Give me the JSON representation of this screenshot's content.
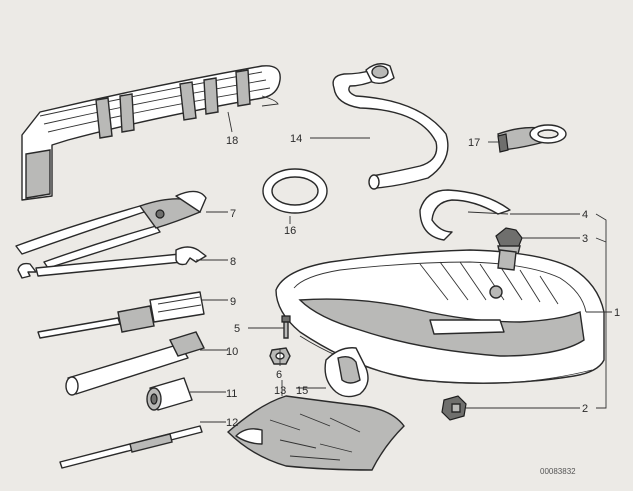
{
  "diagram": {
    "drawing_number": "00083832",
    "callouts": {
      "c1": "1",
      "c2": "2",
      "c3": "3",
      "c4": "4",
      "c5": "5",
      "c6": "6",
      "c7": "7",
      "c8": "8",
      "c9": "9",
      "c10": "10",
      "c11": "11",
      "c12": "12",
      "c13": "13",
      "c14": "14",
      "c15": "15",
      "c16": "16",
      "c17": "17",
      "c18": "18"
    }
  }
}
